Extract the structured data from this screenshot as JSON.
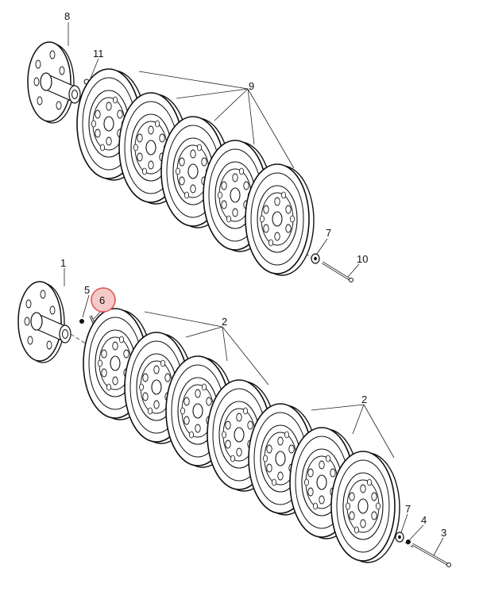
{
  "diagram": {
    "upper_assembly": {
      "callouts": [
        {
          "id": "callout-8",
          "text": "8"
        },
        {
          "id": "callout-11",
          "text": "11"
        },
        {
          "id": "callout-9",
          "text": "9"
        },
        {
          "id": "callout-7-upper",
          "text": "7"
        },
        {
          "id": "callout-10",
          "text": "10"
        }
      ],
      "disc_count": 5
    },
    "lower_assembly": {
      "callouts": [
        {
          "id": "callout-1",
          "text": "1"
        },
        {
          "id": "callout-5",
          "text": "5"
        },
        {
          "id": "callout-6",
          "text": "6"
        },
        {
          "id": "callout-2-a",
          "text": "2"
        },
        {
          "id": "callout-2-b",
          "text": "2"
        },
        {
          "id": "callout-7-lower",
          "text": "7"
        },
        {
          "id": "callout-4",
          "text": "4"
        },
        {
          "id": "callout-3",
          "text": "3"
        }
      ],
      "disc_count": 7
    },
    "highlighted_callout": "6",
    "colors": {
      "highlight_fill": "#f6c9c9",
      "highlight_stroke": "#d9534f",
      "line": "#111111"
    }
  }
}
